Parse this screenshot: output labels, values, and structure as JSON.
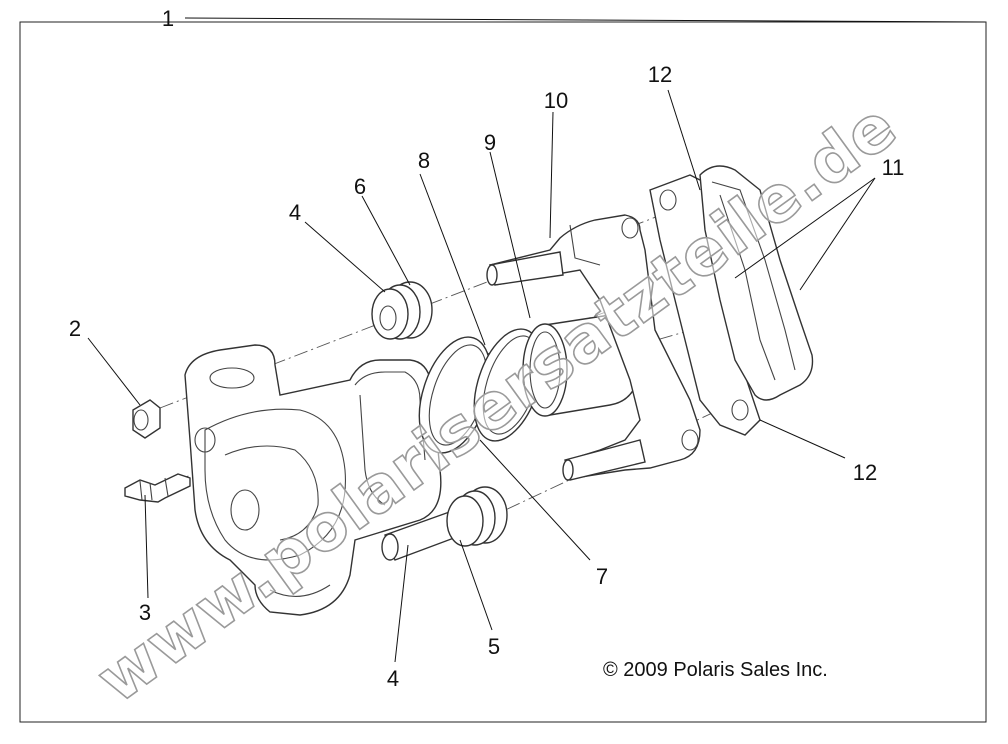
{
  "diagram": {
    "callouts": {
      "assembly": "1",
      "bleeder_cap": "2",
      "bleeder_screw": "3",
      "boot_top": "4",
      "boot_bottom": "4",
      "pin_boot": "5",
      "boot_upper": "6",
      "seal_inner": "7",
      "seal_outer": "8",
      "piston": "9",
      "bracket": "10",
      "brake_pads": "11",
      "pad_spring_top": "12",
      "pad_spring_bottom": "12"
    },
    "copyright": "© 2009 Polaris Sales Inc.",
    "watermark": "www.polarisersatzteile.de"
  }
}
